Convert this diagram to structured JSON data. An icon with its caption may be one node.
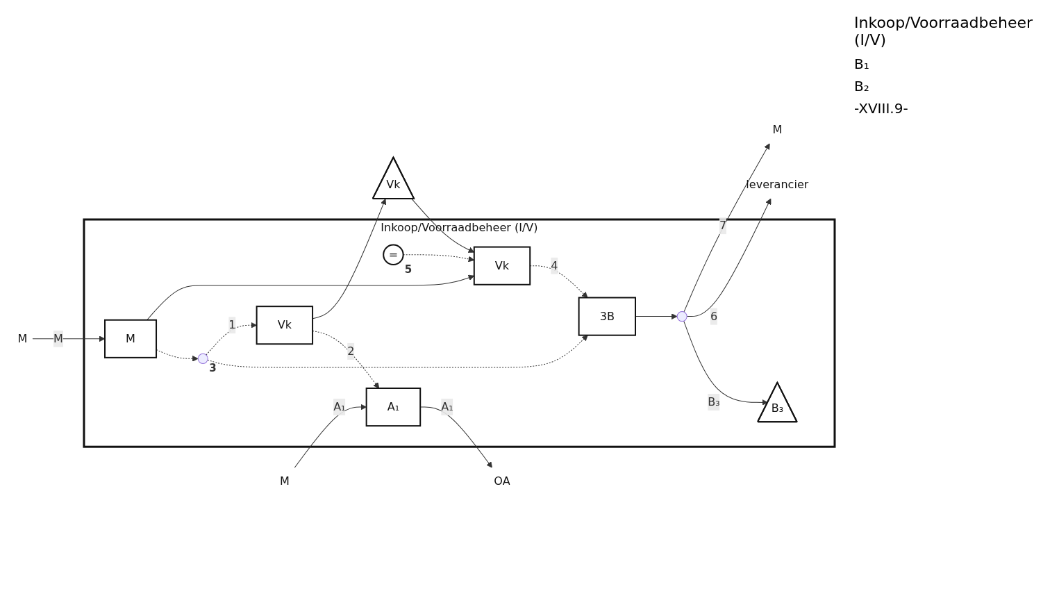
{
  "diagram": {
    "title": "Inkoop/Voorraadbeheer (I/V)",
    "nodes": [
      {
        "text": [
          "Inkoop/Voorraadbeheer (I/V)"
        ]
      },
      {
        "text": [
          "M"
        ]
      },
      {
        "text": [
          "M"
        ],
        "in": 0
      },
      {
        "text": [],
        "shape": "circle",
        "in": 0,
        "beside": [
          "3"
        ]
      },
      {
        "text": [
          "3B"
        ],
        "in": 0
      },
      {
        "text": [
          "Vk"
        ],
        "in": 0
      },
      {
        "text": [
          "Vk"
        ]
      },
      {
        "text": [
          "="
        ],
        "in": 0,
        "beside": [
          "5"
        ]
      },
      {
        "text": [],
        "shape": "circle",
        "in": 0
      },
      {
        "text": [
          "B₃"
        ],
        "in": 0
      },
      {
        "text": [
          "Vk"
        ],
        "in": 0
      },
      {
        "text": [
          "A₁"
        ],
        "in": 0
      },
      {
        "text": [
          "leverancier"
        ]
      },
      {
        "text": [
          "M"
        ]
      },
      {
        "text": [
          "M"
        ]
      },
      {
        "text": [
          "OA"
        ]
      }
    ],
    "edges": [
      {
        "from": 1,
        "to": 2,
        "arrow": "to",
        "label": "M"
      },
      {
        "from": 2,
        "to": 3,
        "arrow": "to",
        "style": "dashed"
      },
      {
        "from": 3,
        "to": 4,
        "arrow": "to",
        "style": "dashed"
      },
      {
        "from": 2,
        "to": 5,
        "arrow": "to"
      },
      {
        "from": 3,
        "to": 10,
        "arrow": "to",
        "style": "dashed",
        "label": "1"
      },
      {
        "from": 5,
        "to": 4,
        "arrow": "to",
        "style": "dashed",
        "label": "4"
      },
      {
        "from": 6,
        "to": 5,
        "arrow": "to"
      },
      {
        "from": 7,
        "to": 5,
        "arrow": "to",
        "style": "dashed"
      },
      {
        "from": 4,
        "to": 8,
        "arrow": "to"
      },
      {
        "from": 8,
        "to": 9,
        "arrow": "to",
        "label": "B₃"
      },
      {
        "from": 8,
        "to": 12,
        "arrow": "to",
        "label": "6"
      },
      {
        "from": 8,
        "to": 13,
        "arrow": "to",
        "label": "7"
      },
      {
        "from": 10,
        "to": 11,
        "arrow": "to",
        "style": "dashed",
        "label": "2"
      },
      {
        "from": 14,
        "to": 11,
        "arrow": "to",
        "label": "A₁"
      },
      {
        "from": 11,
        "to": 15,
        "arrow": "to",
        "label": "A₁"
      },
      {
        "from": 10,
        "to": 6,
        "arrow": "to"
      }
    ],
    "labels": [
      "B₁",
      "B₂",
      "-XVIII.9-"
    ]
  }
}
